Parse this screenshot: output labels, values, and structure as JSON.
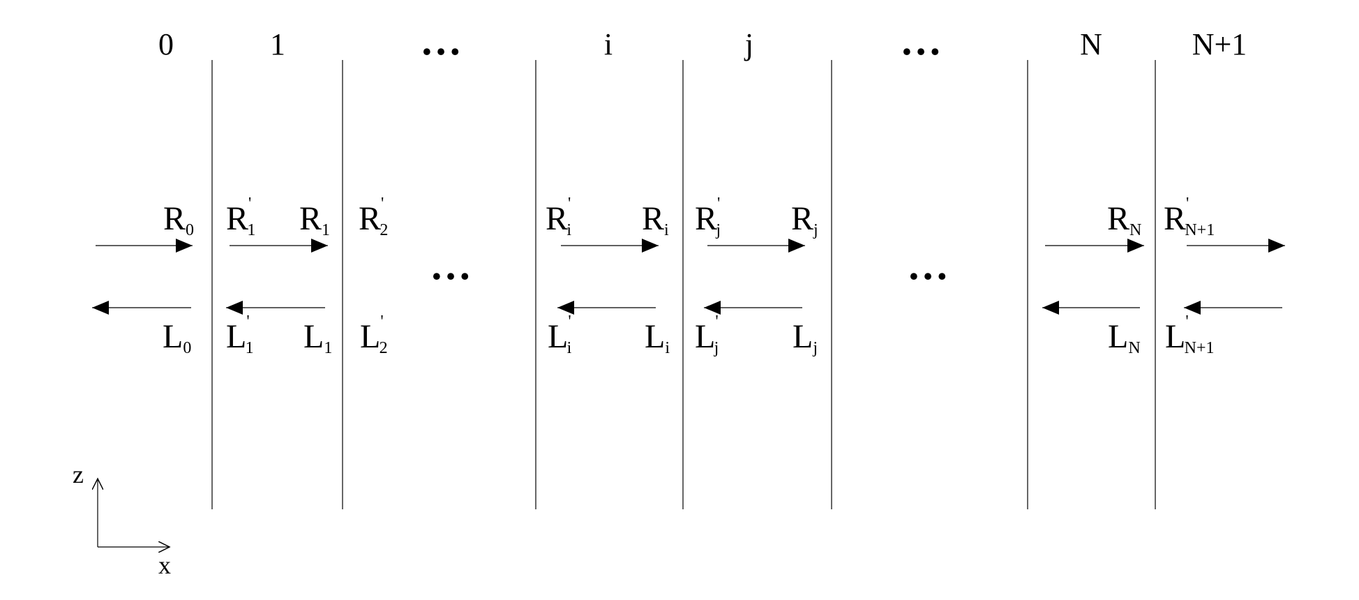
{
  "layers": [
    {
      "id": "layer-0",
      "label": "0"
    },
    {
      "id": "layer-1",
      "label": "1"
    },
    {
      "id": "ellipsis-left",
      "label": "…"
    },
    {
      "id": "layer-i",
      "label": "i"
    },
    {
      "id": "layer-j",
      "label": "j"
    },
    {
      "id": "ellipsis-right",
      "label": "…"
    },
    {
      "id": "layer-N",
      "label": "N"
    },
    {
      "id": "layer-N+1",
      "label": "N+1"
    }
  ],
  "middle_ellipses": [
    "…",
    "…"
  ],
  "waves": [
    {
      "id": "R0",
      "base": "R",
      "sub": "0",
      "prime": ""
    },
    {
      "id": "R1p",
      "base": "R",
      "sub": "1",
      "prime": "'"
    },
    {
      "id": "R1",
      "base": "R",
      "sub": "1",
      "prime": ""
    },
    {
      "id": "R2p",
      "base": "R",
      "sub": "2",
      "prime": "'"
    },
    {
      "id": "Rip",
      "base": "R",
      "sub": "i",
      "prime": "'"
    },
    {
      "id": "Ri",
      "base": "R",
      "sub": "i",
      "prime": ""
    },
    {
      "id": "Rjp",
      "base": "R",
      "sub": "j",
      "prime": "'"
    },
    {
      "id": "Rj",
      "base": "R",
      "sub": "j",
      "prime": ""
    },
    {
      "id": "RN",
      "base": "R",
      "sub": "N",
      "prime": ""
    },
    {
      "id": "RN1p",
      "base": "R",
      "sub": "N+1",
      "prime": "'"
    },
    {
      "id": "L0",
      "base": "L",
      "sub": "0",
      "prime": ""
    },
    {
      "id": "L1p",
      "base": "L",
      "sub": "1",
      "prime": "'"
    },
    {
      "id": "L1",
      "base": "L",
      "sub": "1",
      "prime": ""
    },
    {
      "id": "L2p",
      "base": "L",
      "sub": "2",
      "prime": "'"
    },
    {
      "id": "Lip",
      "base": "L",
      "sub": "i",
      "prime": "'"
    },
    {
      "id": "Li",
      "base": "L",
      "sub": "i",
      "prime": ""
    },
    {
      "id": "Ljp",
      "base": "L",
      "sub": "j",
      "prime": "'"
    },
    {
      "id": "Lj",
      "base": "L",
      "sub": "j",
      "prime": ""
    },
    {
      "id": "LN",
      "base": "L",
      "sub": "N",
      "prime": ""
    },
    {
      "id": "LN1p",
      "base": "L",
      "sub": "N+1",
      "prime": "'"
    }
  ],
  "axes": {
    "vertical": "z",
    "horizontal": "x"
  },
  "colors": {
    "ink": "#000000",
    "background": "#ffffff"
  }
}
